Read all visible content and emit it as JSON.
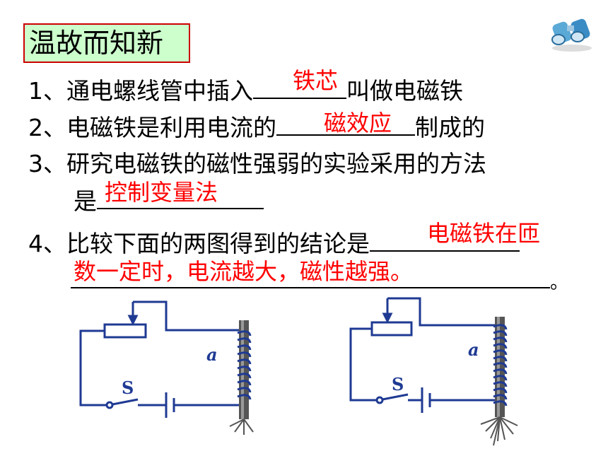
{
  "title": "温故而知新",
  "q1": {
    "prefix": "1、通电螺线管中插入",
    "suffix": "叫做电磁铁",
    "answer": "铁芯"
  },
  "q2": {
    "prefix": "2、电磁铁是利用电流的",
    "suffix": "制成的",
    "answer": "磁效应"
  },
  "q3": {
    "line1": "3、研究电磁铁的磁性强弱的实验采用的方法",
    "line2_prefix": "是",
    "answer": "控制变量法"
  },
  "q4": {
    "prefix": "4、比较下面的两图得到的结论是",
    "answer_part1": "电磁铁在匝",
    "answer_part2": "数一定时，电流越大，磁性越强。",
    "end": "。"
  },
  "diagram_left": {
    "label_a": "a",
    "label_s": "S"
  },
  "diagram_right": {
    "label_a": "a",
    "label_s": "S"
  },
  "colors": {
    "title_bg": "#ccffcc",
    "title_border": "#cc0000",
    "answer": "#ff0000",
    "wire": "#1f3a93"
  },
  "icons": [
    "binoculars-icon"
  ]
}
